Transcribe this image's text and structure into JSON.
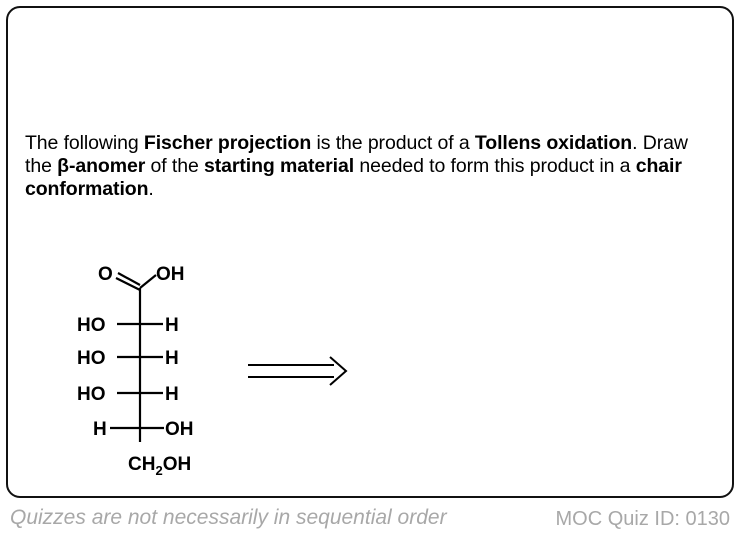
{
  "question": {
    "parts": [
      "The following ",
      "Fischer projection",
      " is the product of a ",
      "Tollens oxidation",
      ".  Draw the ",
      "β-anomer",
      " of the ",
      "starting material",
      " needed to form this product in a ",
      "chair conformation",
      "."
    ]
  },
  "structure": {
    "top_o": "O",
    "top_oh": "OH",
    "rows": [
      {
        "left": "HO",
        "right": "H"
      },
      {
        "left": "HO",
        "right": "H"
      },
      {
        "left": "HO",
        "right": "H"
      },
      {
        "left": "H",
        "right": "OH"
      }
    ],
    "bottom_main": "CH",
    "bottom_sub": "2",
    "bottom_end": "OH"
  },
  "footer": {
    "note": "Quizzes are not necessarily in sequential order",
    "quiz_id": "MOC Quiz ID: 0130"
  }
}
